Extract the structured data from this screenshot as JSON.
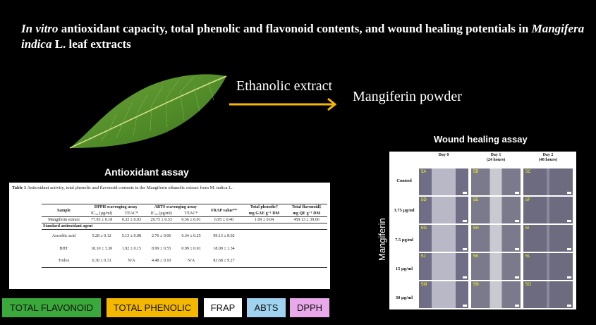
{
  "title": {
    "part1_italic": "In vitro",
    "part2": " antioxidant capacity, total phenolic and flavonoid contents, and wound healing potentials in ",
    "part3_italic": "Mangifera indica",
    "part4": " L. leaf extracts"
  },
  "flow": {
    "step1": "Ethanolic extract",
    "step2": "Mangiferin powder"
  },
  "antioxidant": {
    "heading": "Antioxidant assay",
    "caption_bold": "Table 1",
    "caption_text": " Antioxidant activity, total phenolic and flavonoid contents in the Mangiferin ethanolic extract from M. indica L.",
    "headers": {
      "sample": "Sample",
      "dpph": "DPPH scavenging assay",
      "abts": "ABTS scavenging assay",
      "frap": "FRAP value**",
      "phenolic": "Total phenolic†",
      "flavonoid": "Total flavonoid‡",
      "ic50": "IC₅₀ (µg/ml)",
      "teac": "TEAC*",
      "gae": "mg GAE g⁻¹ DM",
      "qe": "mg QE g⁻¹ DM"
    },
    "rows": [
      [
        "Mangiferin extract",
        "77.93 ± 0.18",
        "0.32 ± 0.03",
        "29.75 ± 0.53",
        "0.56 ± 0.01",
        "6.95 ± 0.40",
        "1.69 ± 0.04",
        "459.13 ± 39.06"
      ]
    ],
    "standard_label": "Standard antioxidant agent",
    "standards": [
      [
        "Ascorbic acid",
        "5.28 ± 0.12",
        "5.13 ± 0.08",
        "2.76 ± 0.06",
        "6.34 ± 0.25",
        "99.13 ± 8.02"
      ],
      [
        "BHT",
        "18.10 ± 3.30",
        "1.92 ± 0.15",
        "8.99 ± 0.55",
        "0.99 ± 0.01",
        "18.09 ± 1.34"
      ],
      [
        "Trolox",
        "6.30 ± 0.31",
        "N/A",
        "4.48 ± 0.10",
        "N/A",
        "83.68 ± 9.27"
      ]
    ]
  },
  "legend": [
    {
      "label": "TOTAL FLAVONOID",
      "color": "#3aa83a"
    },
    {
      "label": "TOTAL PHENOLIC",
      "color": "#f5b800"
    },
    {
      "label": "FRAP",
      "color": "#ffffff"
    },
    {
      "label": "ABTS",
      "color": "#9fd3f0"
    },
    {
      "label": "DPPH",
      "color": "#e9a8e9"
    }
  ],
  "wound": {
    "heading": "Wound healing assay",
    "side_label": "Mangiferin",
    "columns": [
      "Day 0",
      "Day 1\n(24 hours)",
      "Day 2\n(48 hours)"
    ],
    "rows": [
      "Control",
      "3.75 µg/ml",
      "7.5 µg/ml",
      "15 µg/ml",
      "30 µg/ml"
    ],
    "tags": [
      [
        "5A",
        "5B",
        "5C"
      ],
      [
        "5D",
        "5E",
        "5F"
      ],
      [
        "5G",
        "5H",
        "5I"
      ],
      [
        "5J",
        "5K",
        "5L"
      ],
      [
        "5M",
        "5N",
        "5O"
      ]
    ]
  }
}
